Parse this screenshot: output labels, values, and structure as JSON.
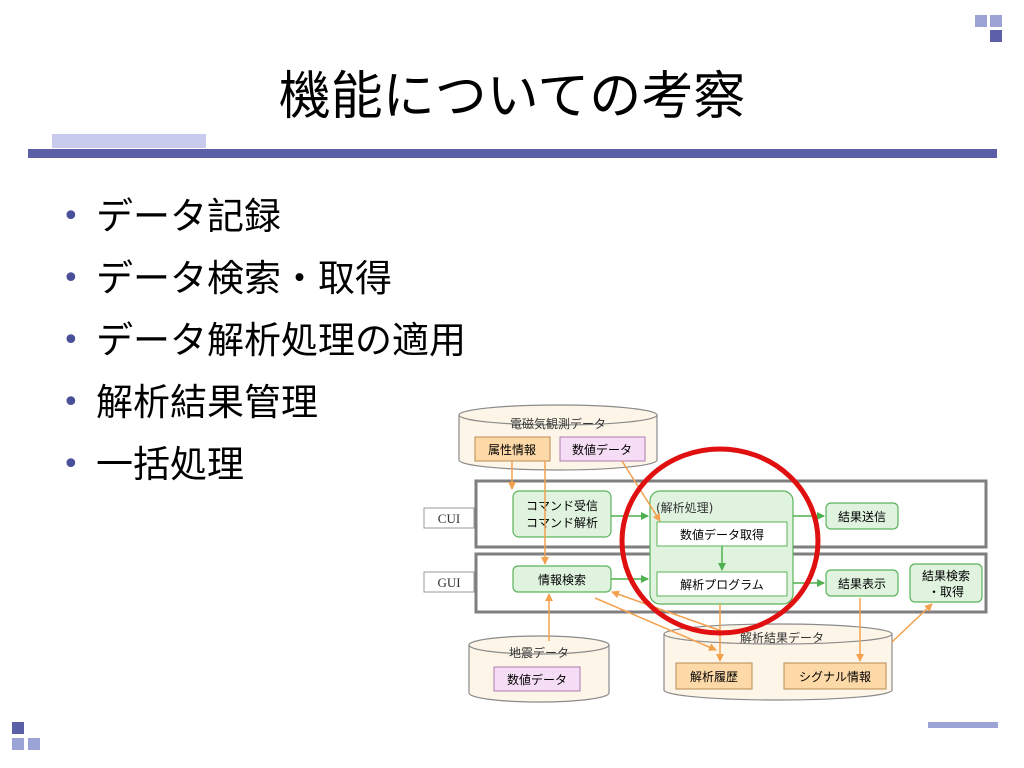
{
  "title": "機能についての考察",
  "bullet_marker": "•",
  "bullets": [
    "データ記録",
    "データ検索・取得",
    "データ解析処理の適用",
    "解析結果管理",
    "一括処理"
  ],
  "diagram": {
    "em_database": {
      "label": "電磁気観測データ",
      "items": [
        "属性情報",
        "数値データ"
      ]
    },
    "cui_layer": {
      "label": "CUI"
    },
    "gui_layer": {
      "label": "GUI"
    },
    "command": {
      "line1": "コマンド受信",
      "line2": "コマンド解析"
    },
    "analysis_group": {
      "label": "(解析処理)",
      "get_values": "数値データ取得",
      "program": "解析プログラム"
    },
    "result_send": "結果送信",
    "info_search": "情報検索",
    "result_display": "結果表示",
    "result_search": {
      "line1": "結果検索",
      "line2": "・取得"
    },
    "quake_database": {
      "label": "地震データ",
      "items": [
        "数値データ"
      ]
    },
    "result_database": {
      "label": "解析結果データ",
      "items": [
        "解析履歴",
        "シグナル情報"
      ]
    }
  },
  "colors": {
    "accent": "#5c5fa6",
    "highlight_circle": "#e01010",
    "green_box": "#dff3df",
    "green_border": "#5bb35b",
    "orange_box": "#fdd9a8",
    "pink_box": "#f5ddf5",
    "db_fill": "#fdf6e8",
    "arrow_orange": "#f3a14f",
    "arrow_green": "#4fb04f"
  }
}
